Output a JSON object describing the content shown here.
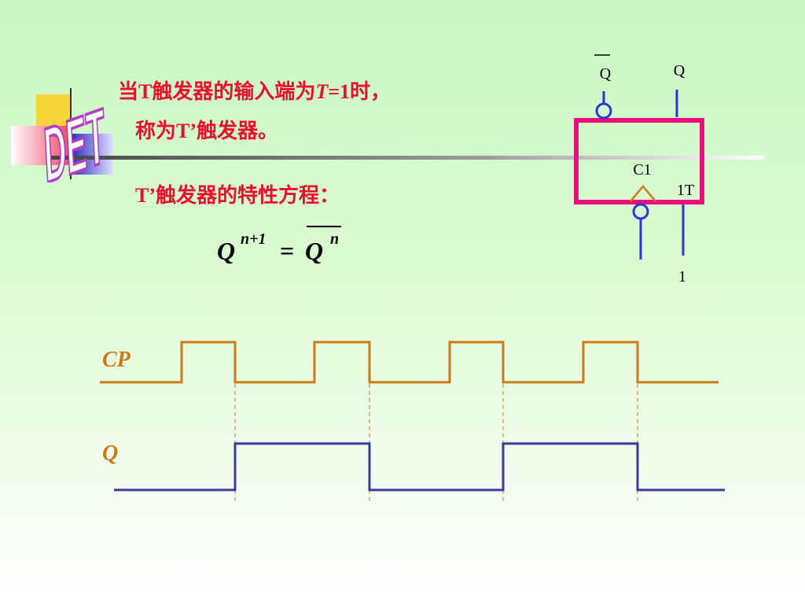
{
  "text": {
    "line1_prefix": "当T触发器的输入端为",
    "line1_var": "T",
    "line1_suffix": "=1时，",
    "line2": "称为T’触发器。",
    "line3": "T’触发器的特性方程："
  },
  "logo": {
    "text": "DET"
  },
  "equation": {
    "lhs_var": "Q",
    "lhs_sup": "n+1",
    "equals": "=",
    "rhs_var": "Q",
    "rhs_sup": "n"
  },
  "flipflop": {
    "qbar_label": "Q",
    "q_label": "Q",
    "clock_label": "C1",
    "t_label": "1T",
    "t_input_value": "1"
  },
  "waveform": {
    "cp_label": "CP",
    "q_label": "Q",
    "cp_sequence": [
      0,
      1,
      0,
      1,
      0,
      1,
      0,
      1,
      0
    ],
    "q_sequence": [
      0,
      1,
      0,
      1,
      0
    ]
  },
  "colors": {
    "red_text": "#e8102a",
    "box": "#e8107a",
    "blue": "#2a36d8",
    "cp_wave": "#cc7a1a",
    "q_wave": "#3a3a9a",
    "logo": "#b040c0"
  }
}
